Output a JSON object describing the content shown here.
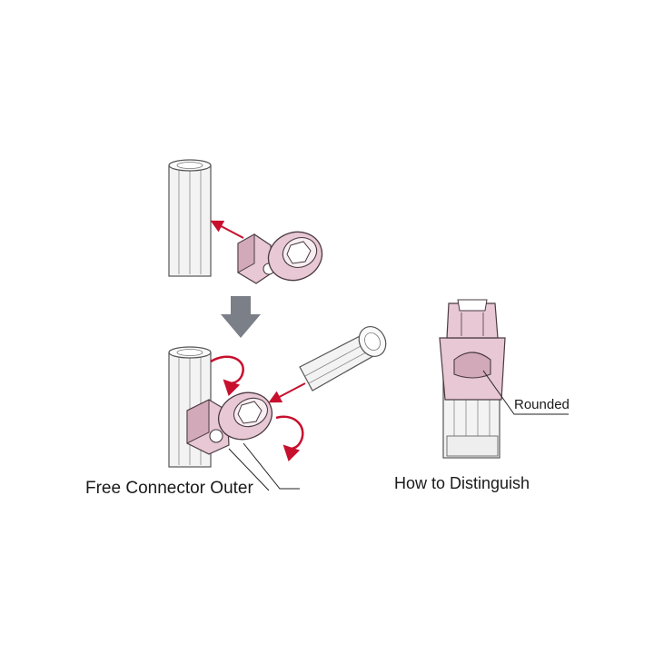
{
  "labels": {
    "main_caption": "Free Connector Outer",
    "distinguish_caption": "How to Distinguish",
    "rounded_callout": "Rounded"
  },
  "colors": {
    "connector_fill": "#e7c8d4",
    "connector_shade": "#d2a9b9",
    "connector_stroke": "#4a3a40",
    "pipe_fill": "#f3f3f3",
    "pipe_stroke": "#555555",
    "red_arrow": "#c8102e",
    "gray_arrow": "#7b7f88"
  }
}
